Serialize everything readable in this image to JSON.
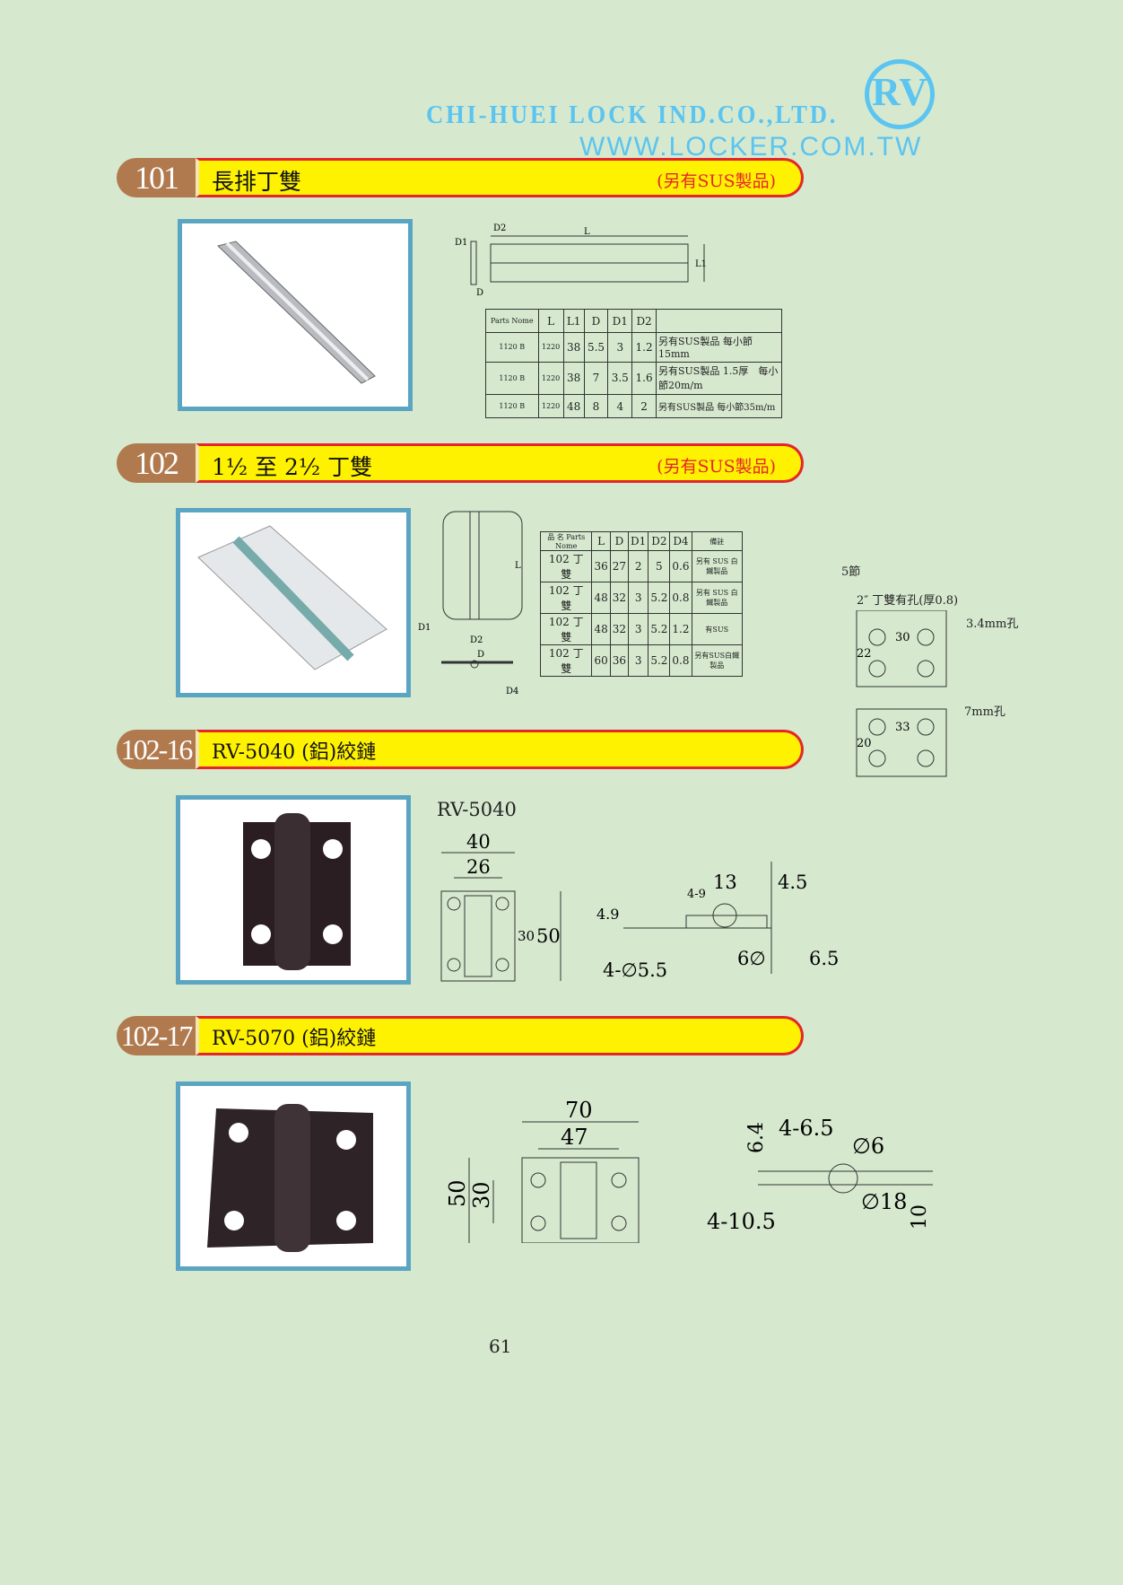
{
  "header": {
    "company": "CHI-HUEI LOCK IND.CO.,LTD.",
    "website": "WWW.LOCKER.COM.TW",
    "logo": "RV"
  },
  "sections": [
    {
      "code": "101",
      "title": "長排丁雙",
      "note": "(另有SUS製品)",
      "drawing_labels": [
        "D2",
        "L",
        "D1",
        "L1",
        "D"
      ],
      "table": {
        "headers": [
          "Parts Nome",
          "L",
          "L1",
          "D",
          "D1",
          "D2",
          ""
        ],
        "rows": [
          [
            "1120 B",
            "1220",
            "38",
            "5.5",
            "3",
            "1.2",
            "另有SUS製品 每小節15mm"
          ],
          [
            "1120 B",
            "1220",
            "38",
            "7",
            "3.5",
            "1.6",
            "另有SUS製品 1.5厚　每小節20m/m"
          ],
          [
            "1120 B",
            "1220",
            "48",
            "8",
            "4",
            "2",
            "另有SUS製品 每小節35m/m"
          ]
        ]
      }
    },
    {
      "code": "102",
      "title": "1½ 至 2½  丁雙",
      "note": "(另有SUS製品)",
      "drawing_labels": [
        "L",
        "D1",
        "D2",
        "D",
        "D4"
      ],
      "table": {
        "headers": [
          "品 名 Parts Nome",
          "L",
          "D",
          "D1",
          "D2",
          "D4",
          "備註"
        ],
        "rows": [
          [
            "102 丁 雙",
            "36",
            "27",
            "2",
            "5",
            "0.6",
            "另有 SUS 白鐵製品"
          ],
          [
            "102 丁 雙",
            "48",
            "32",
            "3",
            "5.2",
            "0.8",
            "另有 SUS 白鐵製品"
          ],
          [
            "102 丁 雙",
            "48",
            "32",
            "3",
            "5.2",
            "1.2",
            "有SUS"
          ],
          [
            "102 丁 雙",
            "60",
            "36",
            "3",
            "5.2",
            "0.8",
            "另有SUS白鐵製品"
          ]
        ]
      },
      "annotations": {
        "knuckles": "5節",
        "hole_title": "2″ 丁雙有孔(厚0.8)",
        "hole1": "3.4mm孔",
        "dim1a": "30",
        "dim1b": "22",
        "hole2": "7mm孔",
        "dim2a": "33",
        "dim2b": "20"
      }
    },
    {
      "code": "102-16",
      "title": "RV-5040 (鋁)絞鏈",
      "model": "RV-5040",
      "dims": {
        "w": "40",
        "w2": "26",
        "h": "50",
        "h2": "30",
        "a": "13",
        "b": "4-9",
        "c": "4.5",
        "d": "4.9",
        "e": "4-∅5.5",
        "f": "6∅",
        "g": "6.5"
      }
    },
    {
      "code": "102-17",
      "title": "RV-5070 (鋁)絞鏈",
      "dims": {
        "w": "70",
        "w2": "47",
        "h": "50",
        "h2": "30",
        "a": "6.4",
        "b": "4-6.5",
        "c": "∅6",
        "d": "∅18",
        "e": "4-10.5",
        "f": "10"
      }
    }
  ],
  "page_number": "61"
}
